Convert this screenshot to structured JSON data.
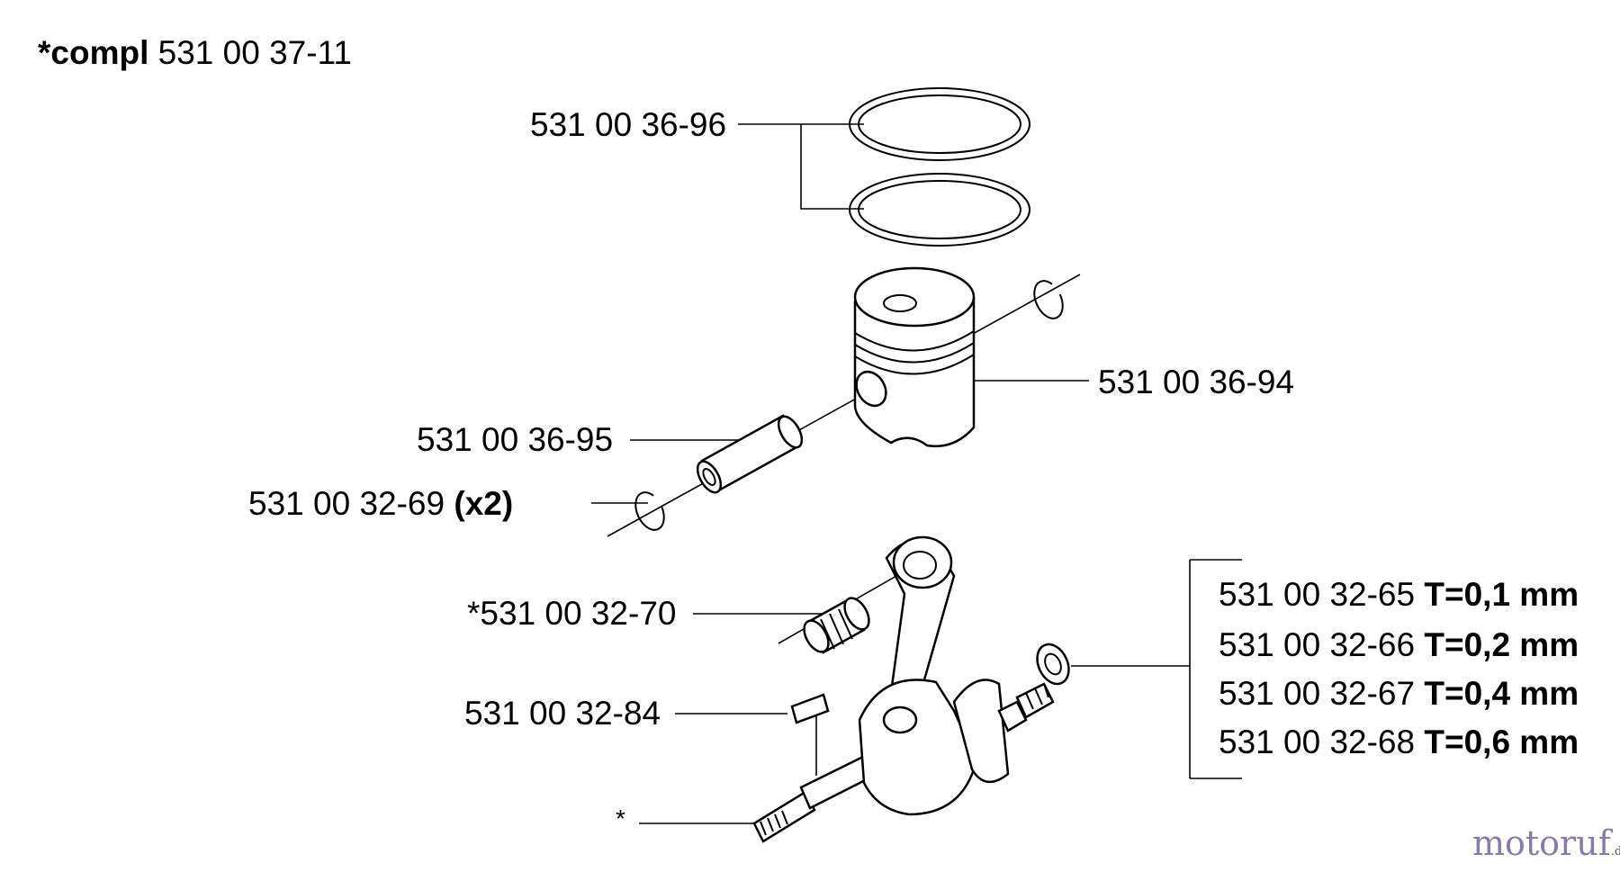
{
  "assembly": {
    "prefix": "*compl",
    "part_no": "531 00 37-11"
  },
  "labels": {
    "rings": "531 00 36-96",
    "piston": "531 00 36-94",
    "pin": "531 00 36-95",
    "circlip": {
      "part_no": "531 00 32-69",
      "qty": "(x2)"
    },
    "bearing": "*531 00 32-70",
    "key": "531 00 32-84",
    "crankshaft": "*"
  },
  "washers": [
    {
      "part_no": "531 00 32-65",
      "spec": "T=0,1 mm"
    },
    {
      "part_no": "531 00 32-66",
      "spec": "T=0,2 mm"
    },
    {
      "part_no": "531 00 32-67",
      "spec": "T=0,4 mm"
    },
    {
      "part_no": "531 00 32-68",
      "spec": "T=0,6 mm"
    }
  ],
  "watermark": {
    "main": "motoruf",
    "suffix": ".de"
  }
}
